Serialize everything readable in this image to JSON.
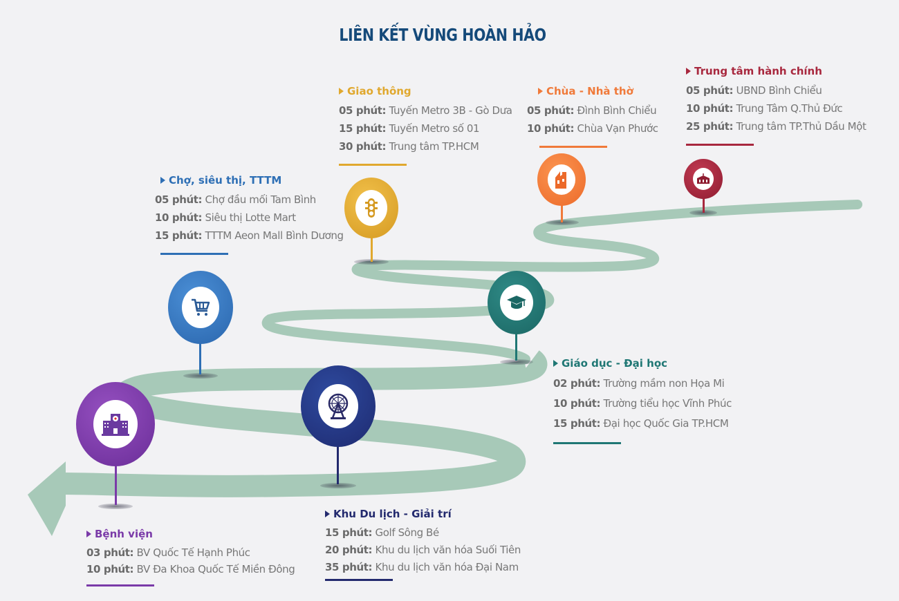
{
  "title": "LIÊN KẾT VÙNG HOÀN HẢO",
  "time_label_suffix": "phút:",
  "categories": [
    {
      "id": "giao-thong",
      "heading": "Giao thông",
      "color": "#e0a82e",
      "icon": "traffic-light-icon",
      "items": [
        {
          "time": "05 phút:",
          "place": "Tuyến Metro 3B - Gò Dưa"
        },
        {
          "time": "15 phút:",
          "place": "Tuyến Metro số 01"
        },
        {
          "time": "30 phút:",
          "place": "Trung tâm TP.HCM"
        }
      ]
    },
    {
      "id": "chua-nha-tho",
      "heading": "Chùa - Nhà thờ",
      "color": "#f07a3a",
      "icon": "church-icon",
      "items": [
        {
          "time": "05 phút:",
          "place": "Đình Bình Chiểu"
        },
        {
          "time": "10 phút:",
          "place": "Chùa Vạn Phước"
        }
      ]
    },
    {
      "id": "trung-tam-hanh-chinh",
      "heading": "Trung tâm hành chính",
      "color": "#a8283e",
      "icon": "government-building-icon",
      "items": [
        {
          "time": "05 phút:",
          "place": "UBND Bình Chiểu"
        },
        {
          "time": "10 phút:",
          "place": "Trung Tâm Q.Thủ Đức"
        },
        {
          "time": "25 phút:",
          "place": "Trung tâm TP.Thủ Dầu Một"
        }
      ]
    },
    {
      "id": "cho-sieu-thi",
      "heading": "Chợ, siêu thị, TTTM",
      "color": "#2e6fb5",
      "icon": "shopping-cart-icon",
      "items": [
        {
          "time": "05 phút:",
          "place": "Chợ đầu mối Tam Bình"
        },
        {
          "time": "10 phút:",
          "place": "Siêu thị Lotte Mart"
        },
        {
          "time": "15 phút:",
          "place": "TTTM Aeon Mall Bình Dương"
        }
      ]
    },
    {
      "id": "giao-duc",
      "heading": "Giáo dục - Đại học",
      "color": "#1f7774",
      "icon": "graduation-cap-icon",
      "items": [
        {
          "time": "02 phút:",
          "place": "Trường mầm non Họa Mi"
        },
        {
          "time": "10 phút:",
          "place": "Trường tiểu học Vĩnh Phúc"
        },
        {
          "time": "15 phút:",
          "place": "Đại học Quốc Gia TP.HCM"
        }
      ]
    },
    {
      "id": "du-lich",
      "heading": "Khu Du lịch - Giải trí",
      "color": "#232a6e",
      "icon": "ferris-wheel-icon",
      "items": [
        {
          "time": "15 phút:",
          "place": "Golf Sông Bé"
        },
        {
          "time": "20 phút:",
          "place": "Khu du lịch văn hóa Suối Tiên"
        },
        {
          "time": "35 phút:",
          "place": "Khu du lịch văn hóa Đại Nam"
        }
      ]
    },
    {
      "id": "benh-vien",
      "heading": "Bệnh viện",
      "color": "#7a3aa8",
      "icon": "hospital-icon",
      "items": [
        {
          "time": "03 phút:",
          "place": "BV Quốc Tế Hạnh Phúc"
        },
        {
          "time": "10 phút:",
          "place": "BV Đa Khoa Quốc Tế Miền Đông"
        }
      ]
    }
  ],
  "road_color": "#a7c9b8"
}
